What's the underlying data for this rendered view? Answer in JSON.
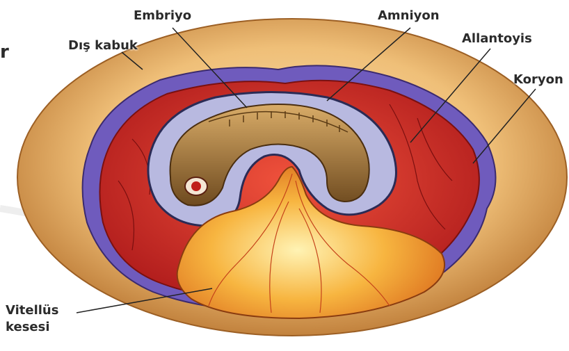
{
  "labels": {
    "embryo": "Embriyo",
    "amnion": "Amniyon",
    "outer_shell": "Dış kabuk",
    "allantois": "Allantoyis",
    "chorion": "Koryon",
    "yolk_sac_line1": "Vitellüs",
    "yolk_sac_line2": "kesesi",
    "edge_fragment": "r"
  },
  "colors": {
    "shell": "#e9b46a",
    "chorion": "#6f5bbd",
    "allantois": "#d6302a",
    "amnion": "#9a9ccf",
    "yolk": "#f2a12a",
    "embryo": "#a87a3c",
    "leader_line": "#222222"
  }
}
